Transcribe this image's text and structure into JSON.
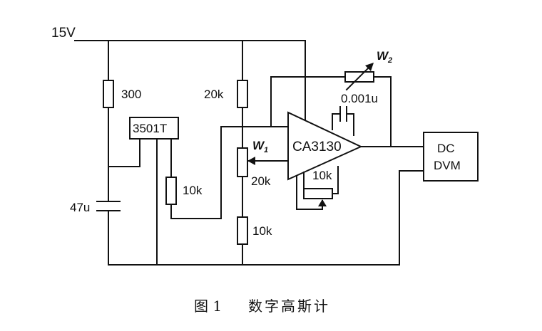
{
  "supply_label": "15V",
  "r300_label": "300",
  "sensor_label": "3501T",
  "r20k_top_label": "20k",
  "w1_label": "W",
  "w1_sub": "1",
  "r20k_lower_label": "20k",
  "r10k_div_label": "10k",
  "r10k_sensor_label": "10k",
  "cap47_label": "47u",
  "opamp_label": "CA3130",
  "w2_label": "W",
  "w2_sub": "2",
  "cap001_label": "0.001u",
  "offset_pot_label": "10k",
  "dvm_line1": "DC",
  "dvm_line2": "DVM",
  "caption_fig": "图 1",
  "caption_title": "数字高斯计"
}
